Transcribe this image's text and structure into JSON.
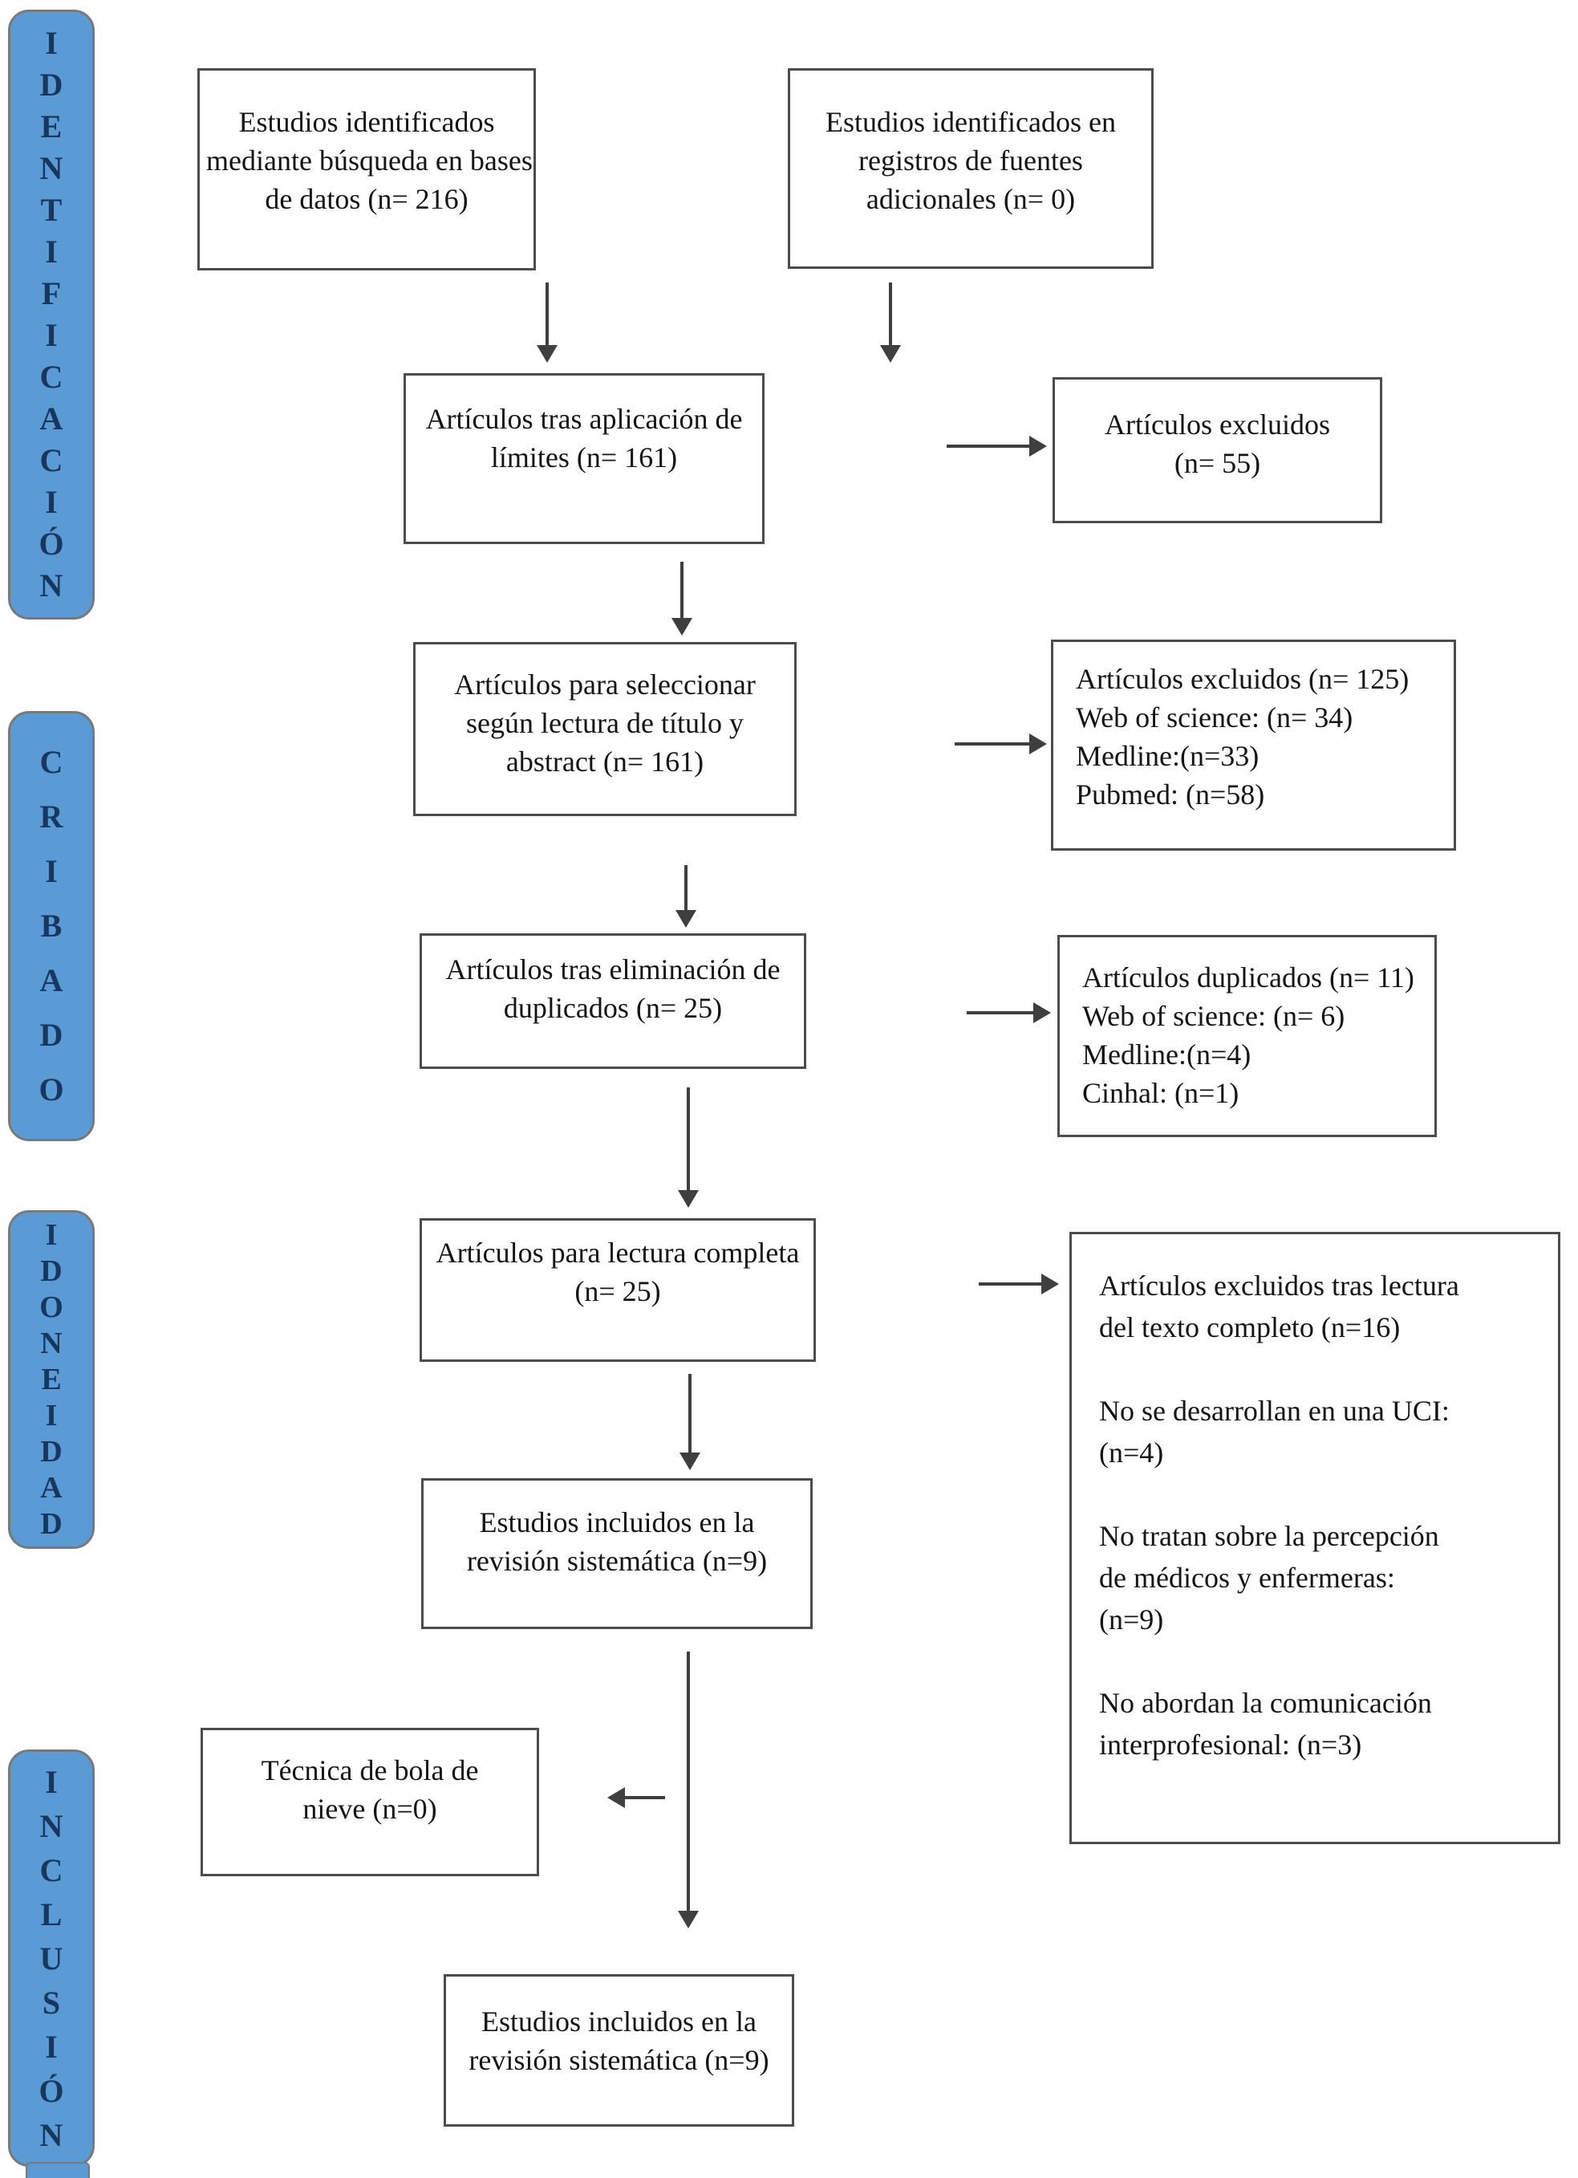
{
  "diagram": {
    "title": "PRISMA flow diagram (systematic review, Spanish)",
    "colors": {
      "stage_fill": "#5b9bd5",
      "stage_text": "#17375e",
      "stage_border": "#79797b",
      "box_border": "#4c4c4c",
      "box_text": "#141414",
      "arrow": "#3f3f3f",
      "background": "#ffffff"
    },
    "stages": [
      {
        "label": "IDENTIFICACIÓN"
      },
      {
        "label": "CRIBADO"
      },
      {
        "label": "IDONEIDAD"
      },
      {
        "label": "INCLUSIÓN"
      }
    ],
    "boxes": {
      "identified_databases": {
        "text": "Estudios identificados\nmediante búsqueda en bases\nde datos (n= 216)"
      },
      "identified_additional": {
        "text": "Estudios identificados en\nregistros de fuentes\nadicionales (n= 0)"
      },
      "after_limits": {
        "text": "Artículos tras aplicación de\nlímites (n= 161)"
      },
      "excluded_55": {
        "text": "Artículos excluidos\n(n= 55)"
      },
      "title_abstract": {
        "text": "Artículos para seleccionar\nsegún lectura de título y\nabstract (n= 161)"
      },
      "excluded_125": {
        "text": "Artículos excluidos (n= 125)\nWeb of science: (n= 34)\nMedline:(n=33)\nPubmed: (n=58)"
      },
      "after_duplicates": {
        "text": "Artículos tras eliminación de\nduplicados (n= 25)"
      },
      "duplicates_11": {
        "text": "Artículos duplicados (n= 11)\nWeb of science: (n= 6)\nMedline:(n=4)\nCinhal: (n=1)"
      },
      "full_reading": {
        "text": "Artículos para lectura completa\n(n= 25)"
      },
      "excluded_fulltext": {
        "text": "Artículos excluidos tras lectura\ndel texto completo (n=16)\n\nNo se desarrollan en una UCI:\n(n=4)\n\nNo tratan sobre la percepción\nde médicos y enfermeras:\n(n=9)\n\nNo abordan la comunicación\ninterprofesional: (n=3)"
      },
      "included_review": {
        "text": "Estudios incluidos en la\nrevisión sistemática (n=9)"
      },
      "snowball": {
        "text": "Técnica de bola de\nnieve (n=0)"
      },
      "included_final": {
        "text": "Estudios incluidos en la\nrevisión sistemática (n=9)"
      }
    }
  }
}
